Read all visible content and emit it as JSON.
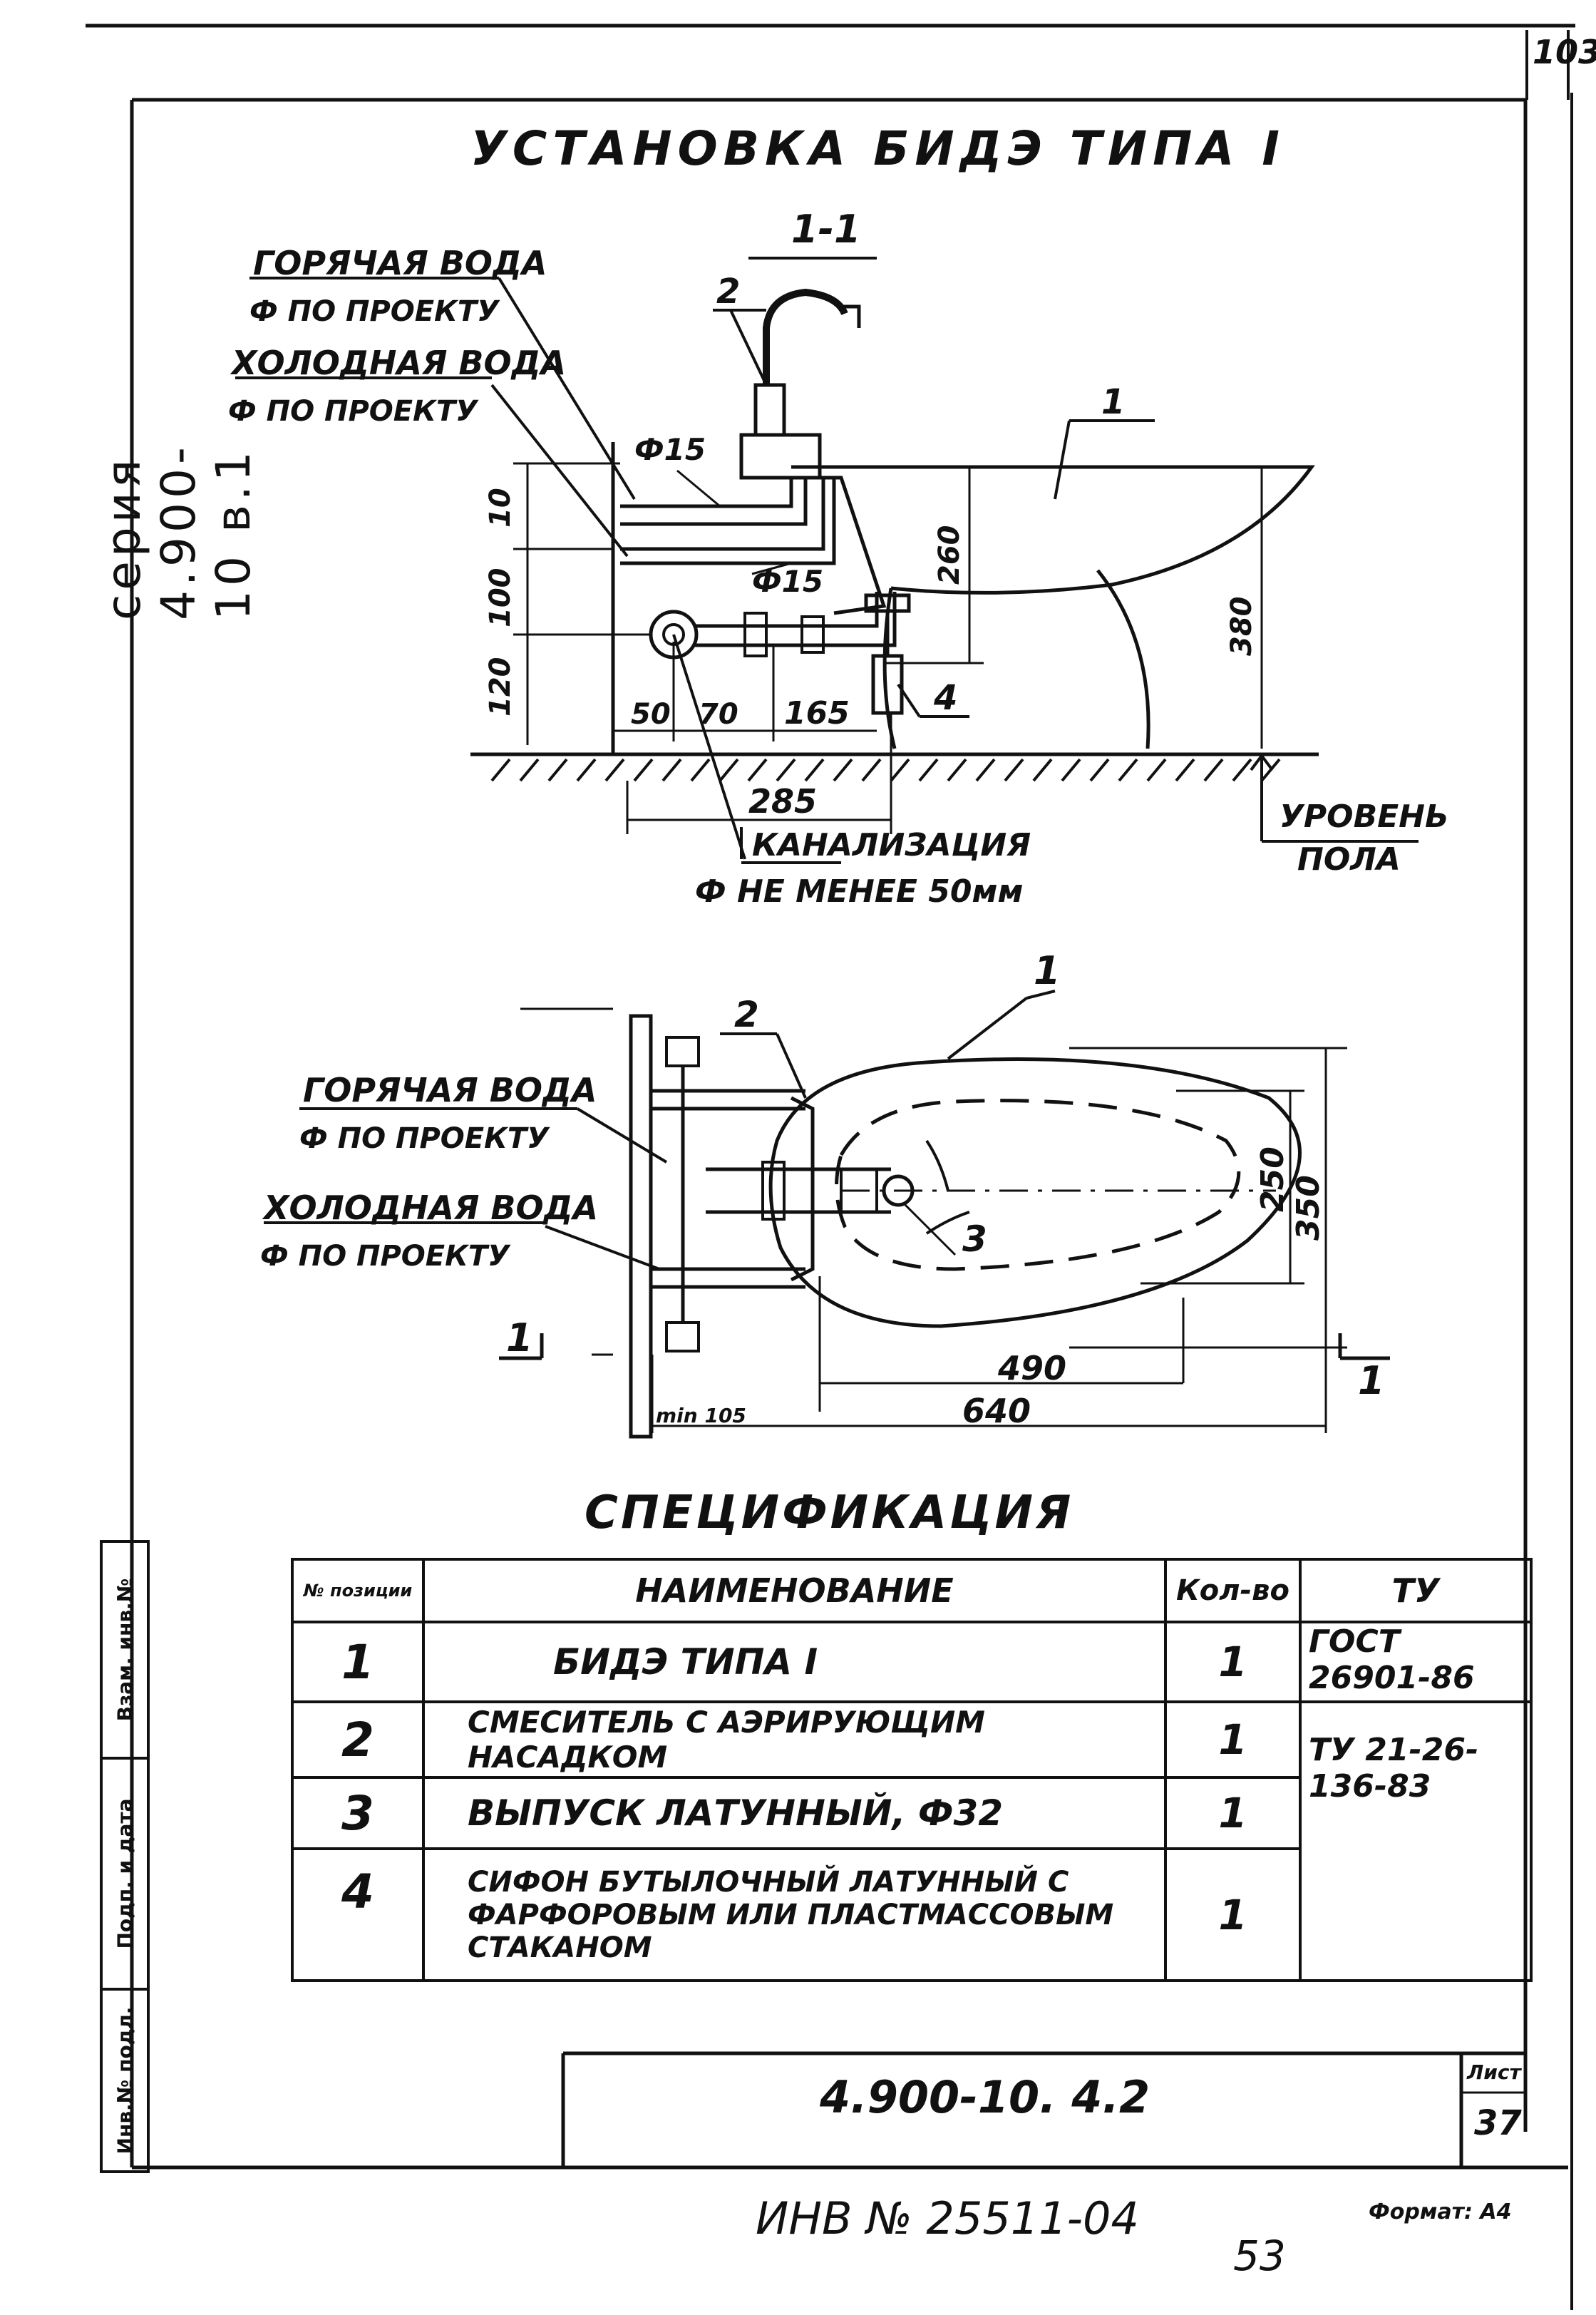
{
  "side_series": "серия 4.900-10 в.1",
  "page_corner": "103",
  "title": "УСТАНОВКА БИДЭ ТИПА I",
  "section": {
    "label": "1-1",
    "hot_water": "ГОРЯЧАЯ ВОДА",
    "hot_water_dia": "Ф ПО ПРОЕКТУ",
    "cold_water": "ХОЛОДНАЯ ВОДА",
    "cold_water_dia": "Ф ПО ПРОЕКТУ",
    "pipe_a": "Ф15",
    "pipe_b": "Ф15",
    "sewer": "КАНАЛИЗАЦИЯ",
    "sewer_dia": "Ф НЕ МЕНЕЕ 50мм",
    "floor": "УРОВЕНЬ",
    "floor2": "ПОЛА",
    "dims": {
      "d10": "10",
      "d100": "100",
      "d120": "120",
      "d50": "50",
      "d70": "70",
      "d165": "165",
      "d285": "285",
      "d260": "260",
      "d380": "380"
    },
    "callouts": {
      "c1": "1",
      "c2": "2",
      "c4": "4"
    }
  },
  "plan": {
    "hot_water": "ГОРЯЧАЯ ВОДА",
    "hot_water_dia": "Ф ПО ПРОЕКТУ",
    "cold_water": "ХОЛОДНАЯ ВОДА",
    "cold_water_dia": "Ф ПО ПРОЕКТУ",
    "dims": {
      "d250": "250",
      "d350": "350",
      "d490": "490",
      "d640": "640",
      "dmin": "min 105"
    },
    "callouts": {
      "c1": "1",
      "c2": "2",
      "c3": "3"
    },
    "cut": "1"
  },
  "spec_title": "СПЕЦИФИКАЦИЯ",
  "spec_headers": {
    "pos": "№ позиции",
    "name": "НАИМЕНОВАНИЕ",
    "qty": "Кол-во",
    "tu": "ТУ"
  },
  "spec_rows": [
    {
      "pos": "1",
      "name": "БИДЭ ТИПА I",
      "qty": "1",
      "tu": "ГОСТ 26901-86"
    },
    {
      "pos": "2",
      "name": "СМЕСИТЕЛЬ С АЭРИРУЮЩИМ НАСАДКОМ",
      "qty": "1",
      "tu": "ТУ 21-26-136-83"
    },
    {
      "pos": "3",
      "name": "ВЫПУСК ЛАТУННЫЙ, Ф32",
      "qty": "1",
      "tu": ""
    },
    {
      "pos": "4",
      "name": "СИФОН БУТЫЛОЧНЫЙ ЛАТУННЫЙ С ФАРФОРОВЫМ ИЛИ ПЛАСТМАССОВЫМ СТАКАНОМ",
      "qty": "1",
      "tu": ""
    }
  ],
  "stamps": [
    "Взам. инв.№",
    "Подп. и дата",
    "Инв.№ подл."
  ],
  "doc_code": "4.900-10. 4.2",
  "sheet_label": "Лист",
  "sheet_no": "37",
  "inv_note": "ИНВ № 25511-04",
  "page_no": "53",
  "format": "Формат: А4"
}
